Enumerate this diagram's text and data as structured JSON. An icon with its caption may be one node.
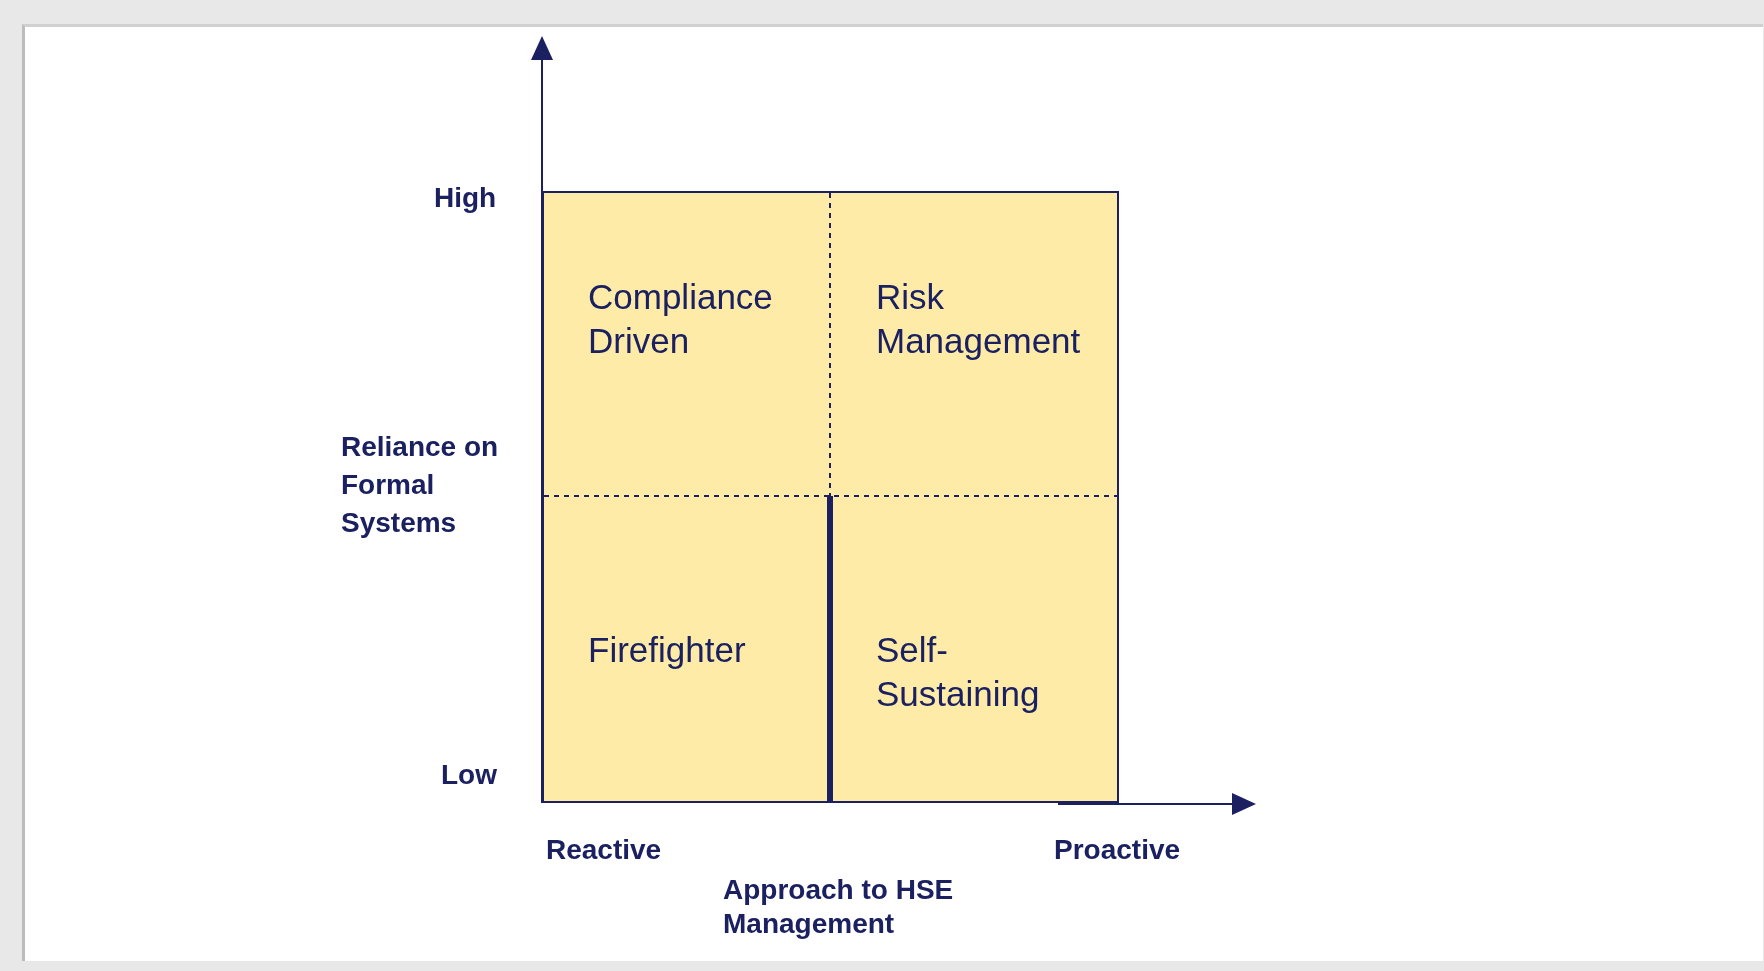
{
  "diagram": {
    "nodes": [
      {
        "text": [],
        "shape": "box"
      },
      {
        "text": [
          "Compliance Driven"
        ],
        "in": 0
      },
      {
        "text": [
          "Risk Management"
        ],
        "in": 0
      },
      {
        "text": [
          "Firefighter"
        ],
        "in": 0
      },
      {
        "text": [
          "Self-Sustaining"
        ],
        "in": 0
      }
    ],
    "edges": [],
    "labels": [
      "High",
      "Reliance on Formal Systems",
      "Low",
      "Reactive",
      "Proactive",
      "Approach to HSE Management"
    ]
  }
}
